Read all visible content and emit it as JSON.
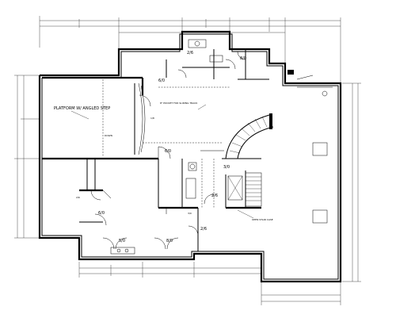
{
  "rooms": {
    "platform": "PLATFORM W/ ANGLED STEP",
    "sunken_note": "DOWN",
    "open_stair": "OPEN STAIR CASE",
    "pocket_note": "8\" POCKET FOR SLIDING TRACK"
  },
  "door_tags": [
    "6/0",
    "6/0",
    "2/6",
    "6/0",
    "5/0",
    "2/6",
    "8/0",
    "8/0",
    "2/6",
    "3/0"
  ],
  "small_marks": [
    "1/8",
    "2/6",
    "3/0"
  ]
}
